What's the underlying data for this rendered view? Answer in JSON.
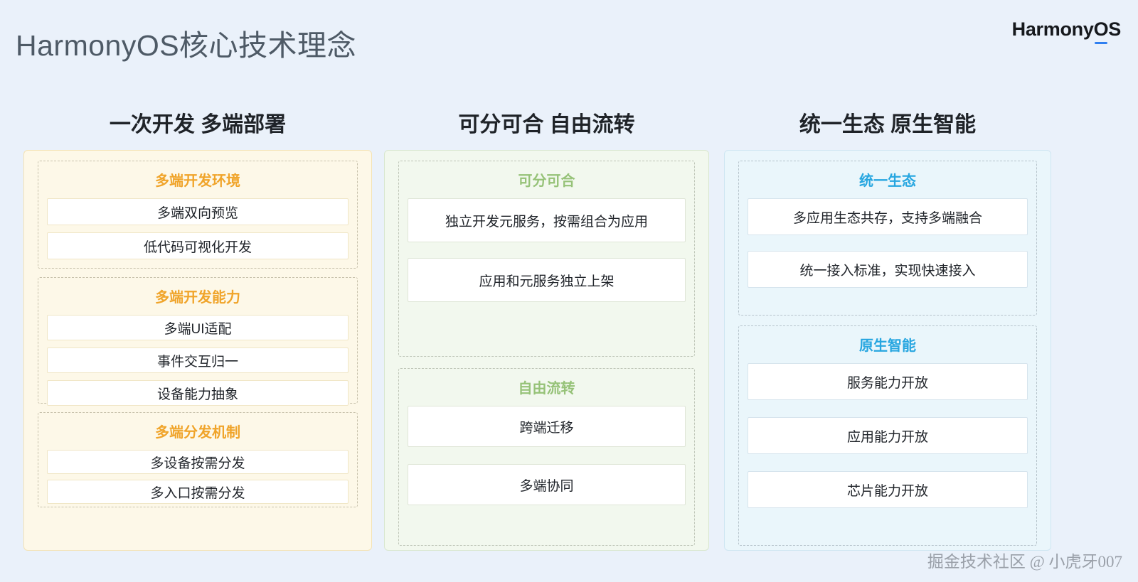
{
  "header": {
    "title": "HarmonyOS核心技术理念",
    "brand_prefix": "Harmony",
    "brand_o": "O",
    "brand_suffix": "S"
  },
  "columns": [
    {
      "heading": "一次开发 多端部署",
      "accent": "#f0a42a",
      "groups": [
        {
          "title": "多端开发环境",
          "items": [
            "多端双向预览",
            "低代码可视化开发"
          ]
        },
        {
          "title": "多端开发能力",
          "items": [
            "多端UI适配",
            "事件交互归一",
            "设备能力抽象"
          ]
        },
        {
          "title": "多端分发机制",
          "items": [
            "多设备按需分发",
            "多入口按需分发"
          ]
        }
      ]
    },
    {
      "heading": "可分可合 自由流转",
      "accent": "#96c278",
      "groups": [
        {
          "title": "可分可合",
          "items": [
            "独立开发元服务，按需组合为应用",
            "应用和元服务独立上架"
          ]
        },
        {
          "title": "自由流转",
          "items": [
            "跨端迁移",
            "多端协同"
          ]
        }
      ]
    },
    {
      "heading": "统一生态 原生智能",
      "accent": "#27a6e0",
      "groups": [
        {
          "title": "统一生态",
          "items": [
            "多应用生态共存，支持多端融合",
            "统一接入标准，实现快速接入"
          ]
        },
        {
          "title": "原生智能",
          "items": [
            "服务能力开放",
            "应用能力开放",
            "芯片能力开放"
          ]
        }
      ]
    }
  ],
  "watermark": "掘金技术社区 @ 小虎牙007",
  "theme": {
    "background": "#eaf1fa",
    "title_color": "#4e5a66",
    "brand_underline": "#2f7ff0"
  }
}
